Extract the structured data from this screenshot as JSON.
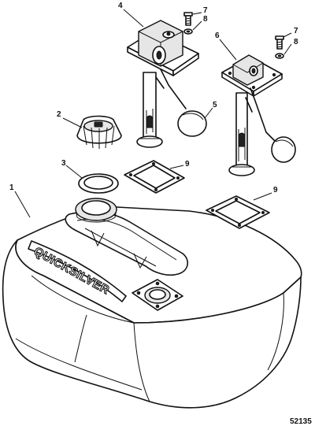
{
  "brand_text": "QUICKSILVER",
  "figure_number": "52135",
  "callouts": {
    "c1": "1",
    "c2": "2",
    "c3": "3",
    "c4": "4",
    "c5": "5",
    "c6": "6",
    "c7a": "7",
    "c8a": "8",
    "c7b": "7",
    "c8b": "8",
    "c9a": "9",
    "c9b": "9"
  }
}
